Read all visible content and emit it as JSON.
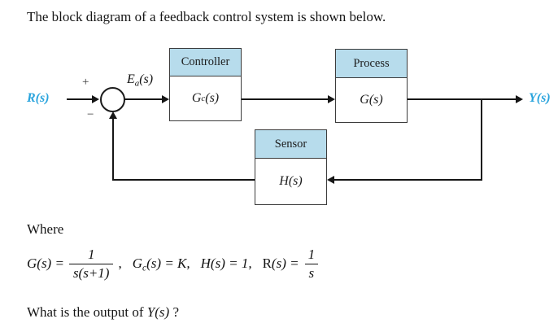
{
  "page": {
    "title": "The block diagram of a feedback control system is shown below.",
    "where_label": "Where",
    "question": {
      "prefix": "What is the output of ",
      "math": "Y(s)",
      "suffix": " ?"
    }
  },
  "diagram": {
    "signals": {
      "input": "R(s)",
      "output": "Y(s)",
      "error_base": "E",
      "error_sub": "a",
      "error_args": "(s)",
      "plus": "+",
      "minus": "−"
    },
    "blocks": {
      "controller": {
        "header": "Controller",
        "tf_base": "G",
        "tf_sub": "c",
        "tf_args": "(s)"
      },
      "process": {
        "header": "Process",
        "tf": "G(s)"
      },
      "sensor": {
        "header": "Sensor",
        "tf": "H(s)"
      }
    },
    "colors": {
      "header_fill": "#b7dcec",
      "signal_label": "#2aa4dd",
      "line": "#161616",
      "block_border": "#3c3c3c"
    }
  },
  "equations": {
    "g_lhs": "G(s) =",
    "g_num": "1",
    "g_den": "s(s+1)",
    "sep": ",",
    "gc_base": "G",
    "gc_sub": "c",
    "gc_rest": "(s) = K,",
    "h": "H(s) = 1,",
    "r_base": "R",
    "r_rest": "(s) =",
    "r_num": "1",
    "r_den": "s"
  }
}
